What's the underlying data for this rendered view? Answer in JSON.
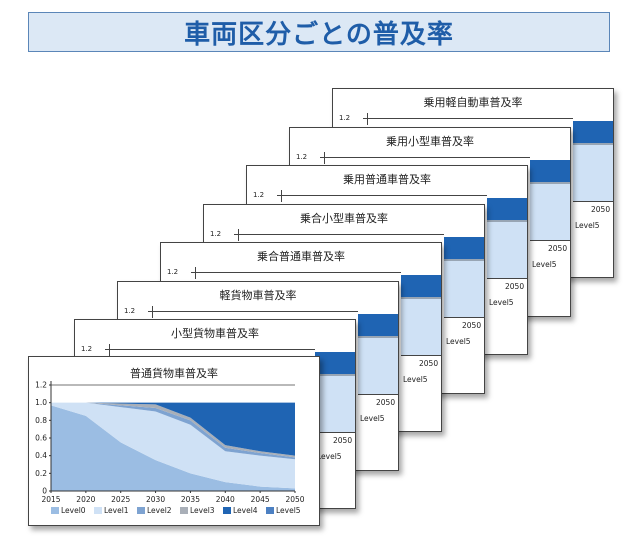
{
  "banner": {
    "title": "車両区分ごとの普及率"
  },
  "cards": [
    {
      "title": "乗用軽自動車普及率",
      "y_top": "1.2",
      "x_last": "2050",
      "legend_last": "Level5"
    },
    {
      "title": "乗用小型車普及率",
      "y_top": "1.2",
      "x_last": "2050",
      "legend_last": "Level5"
    },
    {
      "title": "乗用普通車普及率",
      "y_top": "1.2",
      "x_last": "2050",
      "legend_last": "Level5"
    },
    {
      "title": "乗合小型車普及率",
      "y_top": "1.2",
      "x_last": "2050",
      "legend_last": "Level5"
    },
    {
      "title": "乗合普通車普及率",
      "y_top": "1.2",
      "x_last": "2050",
      "legend_last": "Level5"
    },
    {
      "title": "軽貨物車普及率",
      "y_top": "1.2",
      "x_last": "2050",
      "legend_last": "Level5"
    },
    {
      "title": "小型貨物車普及率",
      "y_top": "1.2",
      "x_last": "2050",
      "legend_last": "Level5"
    }
  ],
  "chart_data": {
    "type": "area",
    "title": "普通貨物車普及率",
    "x": [
      2015,
      2020,
      2025,
      2030,
      2035,
      2040,
      2045,
      2050
    ],
    "ylim": [
      0,
      1.2
    ],
    "yticks": [
      "0",
      "0.2",
      "0.4",
      "0.6",
      "0.8",
      "1.0",
      "1.2"
    ],
    "grid": false,
    "legend_position": "bottom",
    "series": [
      {
        "name": "Level0",
        "color": "#9bbde3",
        "values": [
          0.97,
          0.85,
          0.55,
          0.35,
          0.2,
          0.1,
          0.05,
          0.03
        ]
      },
      {
        "name": "Level1",
        "color": "#cfe1f5",
        "values": [
          0.03,
          0.15,
          0.4,
          0.55,
          0.55,
          0.35,
          0.35,
          0.33
        ]
      },
      {
        "name": "Level2",
        "color": "#7ea3d1",
        "values": [
          0.0,
          0.0,
          0.02,
          0.04,
          0.05,
          0.04,
          0.03,
          0.02
        ]
      },
      {
        "name": "Level3",
        "color": "#a9afb8",
        "values": [
          0.0,
          0.0,
          0.02,
          0.04,
          0.03,
          0.03,
          0.02,
          0.02
        ]
      },
      {
        "name": "Level4",
        "color": "#1f64b3",
        "values": [
          0.0,
          0.0,
          0.01,
          0.02,
          0.17,
          0.48,
          0.55,
          0.6
        ]
      },
      {
        "name": "Level5",
        "color": "#4c80c2",
        "values": [
          0.0,
          0.0,
          0.0,
          0.0,
          0.0,
          0.0,
          0.0,
          0.0
        ]
      }
    ]
  }
}
